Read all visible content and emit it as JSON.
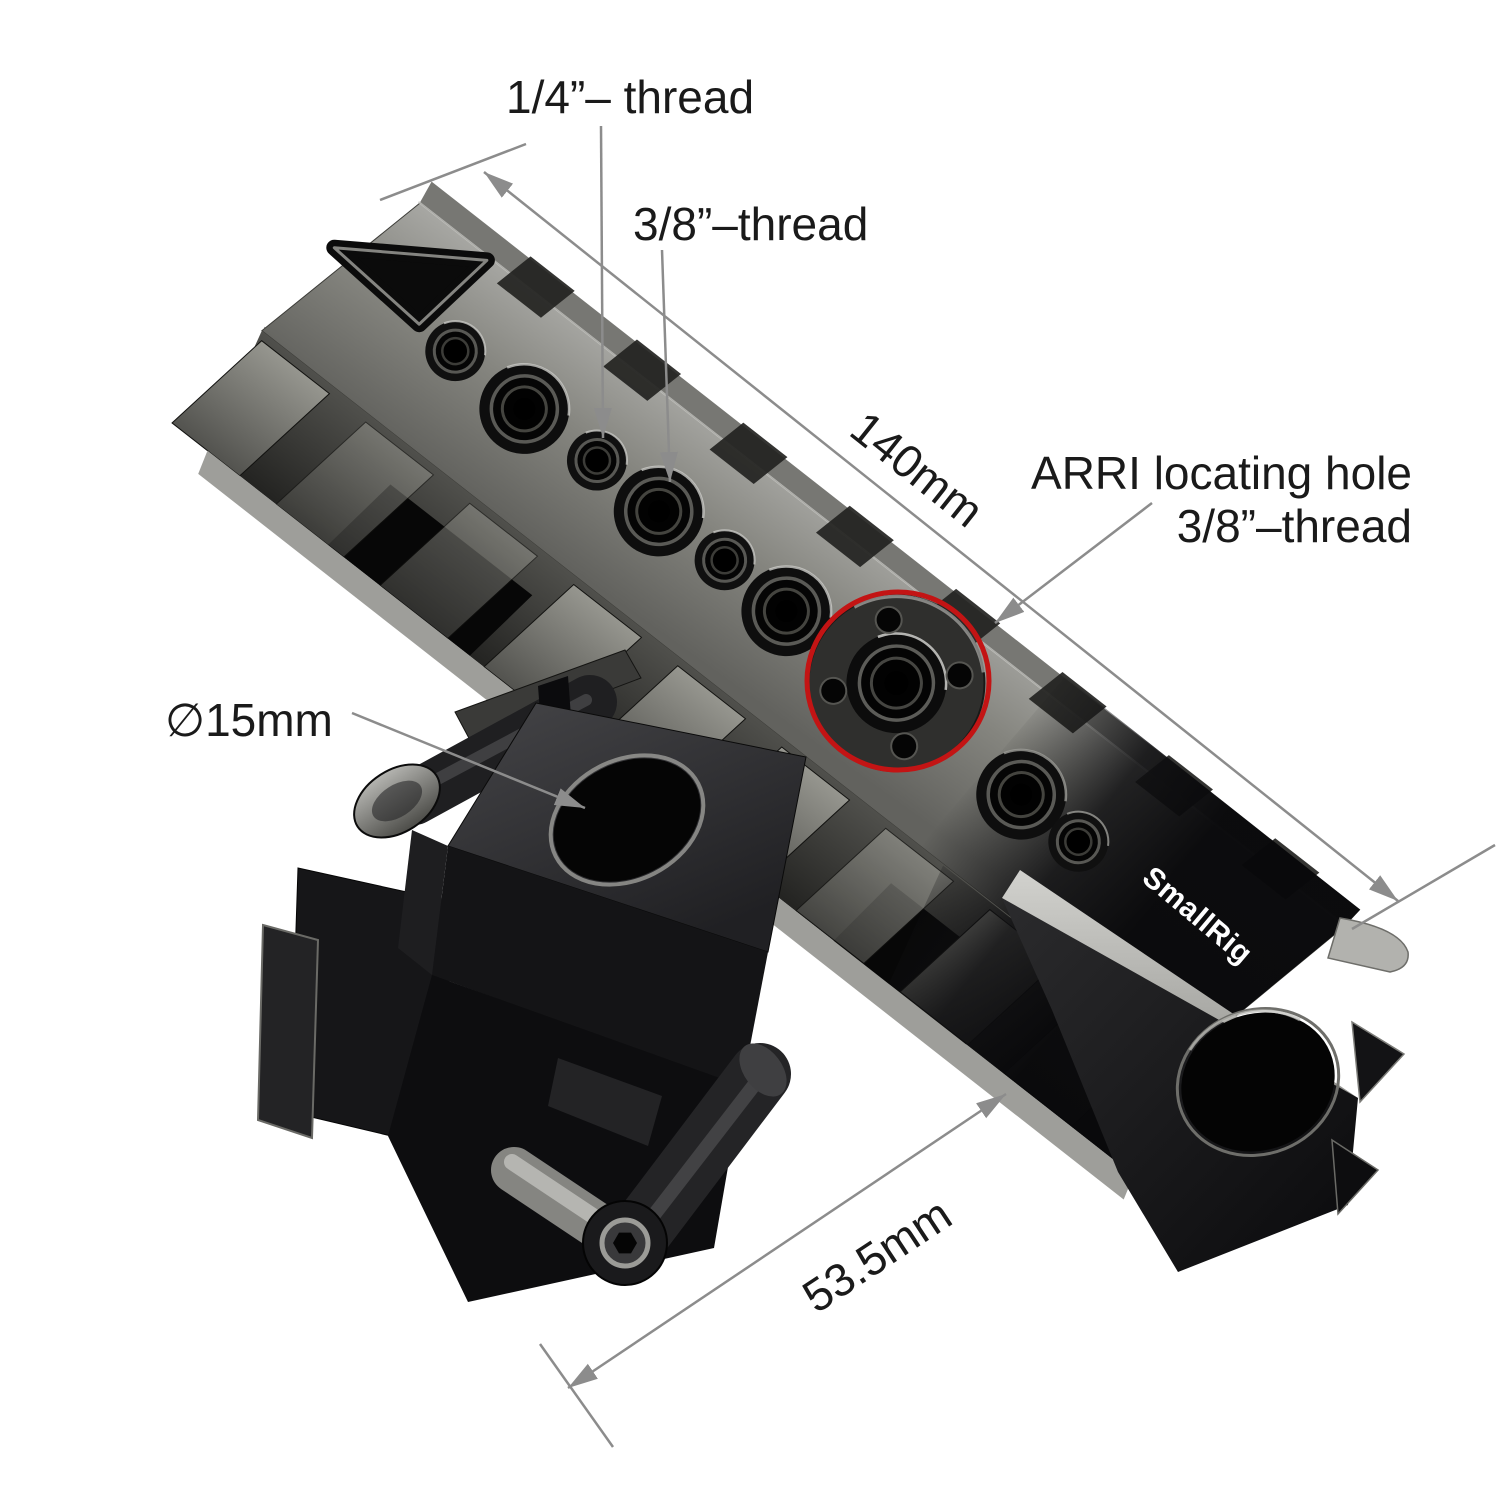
{
  "product": {
    "brand_label": "SmallRig"
  },
  "annotations": {
    "quarter_thread_label": "1/4”– thread",
    "three_eighths_thread_label": "3/8”–thread",
    "length_dimension": "140mm",
    "arri_hole_label_line1": "ARRI locating hole",
    "arri_hole_label_line2": "3/8”–thread",
    "rod_diameter_label": "∅15mm",
    "clamp_depth_dimension": "53.5mm"
  },
  "colors": {
    "background": "#ffffff",
    "annotation_lines": "#8c8c8c",
    "annotation_text": "#1a1a1a",
    "highlight_circle_red": "#c31414",
    "handle_body_light": "#9a9a96",
    "handle_body_dark": "#141416",
    "brand_text": "#ffffff"
  }
}
